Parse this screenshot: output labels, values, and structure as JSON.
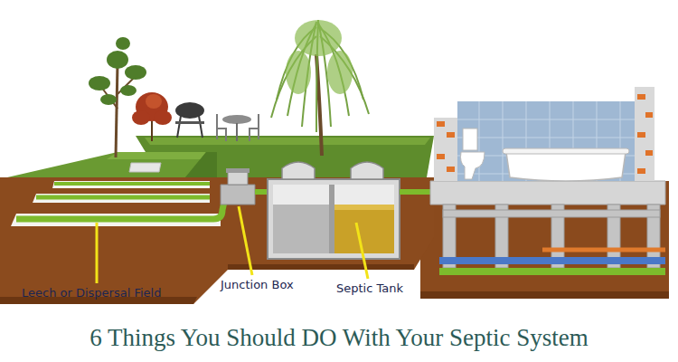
{
  "diagram": {
    "title": "6 Things You Should DO With Your Septic System",
    "labels": [
      "Leech or Dispersal Field",
      "Junction Box",
      "Septic Tank"
    ]
  }
}
